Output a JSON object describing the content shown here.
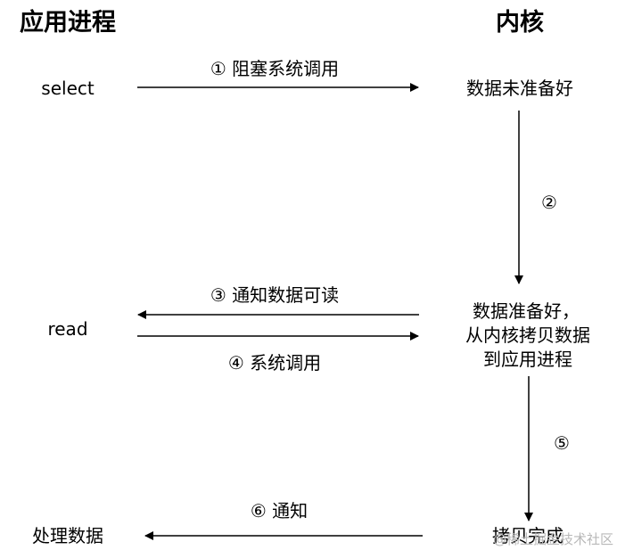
{
  "headers": {
    "left": "应用进程",
    "right": "内核"
  },
  "process": {
    "select": "select",
    "read": "read",
    "process_data": "处理数据"
  },
  "kernel": {
    "not_ready": "数据未准备好",
    "ready_lines": [
      "数据准备好，",
      "从内核拷贝数据",
      "到应用进程"
    ],
    "copy_done": "拷贝完成"
  },
  "steps": {
    "s1": "① 阻塞系统调用",
    "s2": "②",
    "s3": "③ 通知数据可读",
    "s4": "④ 系统调用",
    "s5": "⑤",
    "s6": "⑥ 通知"
  },
  "watermark": "@稀土掘金技术社区",
  "colors": {
    "line": "#000000",
    "text": "#000000",
    "watermark": "#b8b8b8"
  }
}
